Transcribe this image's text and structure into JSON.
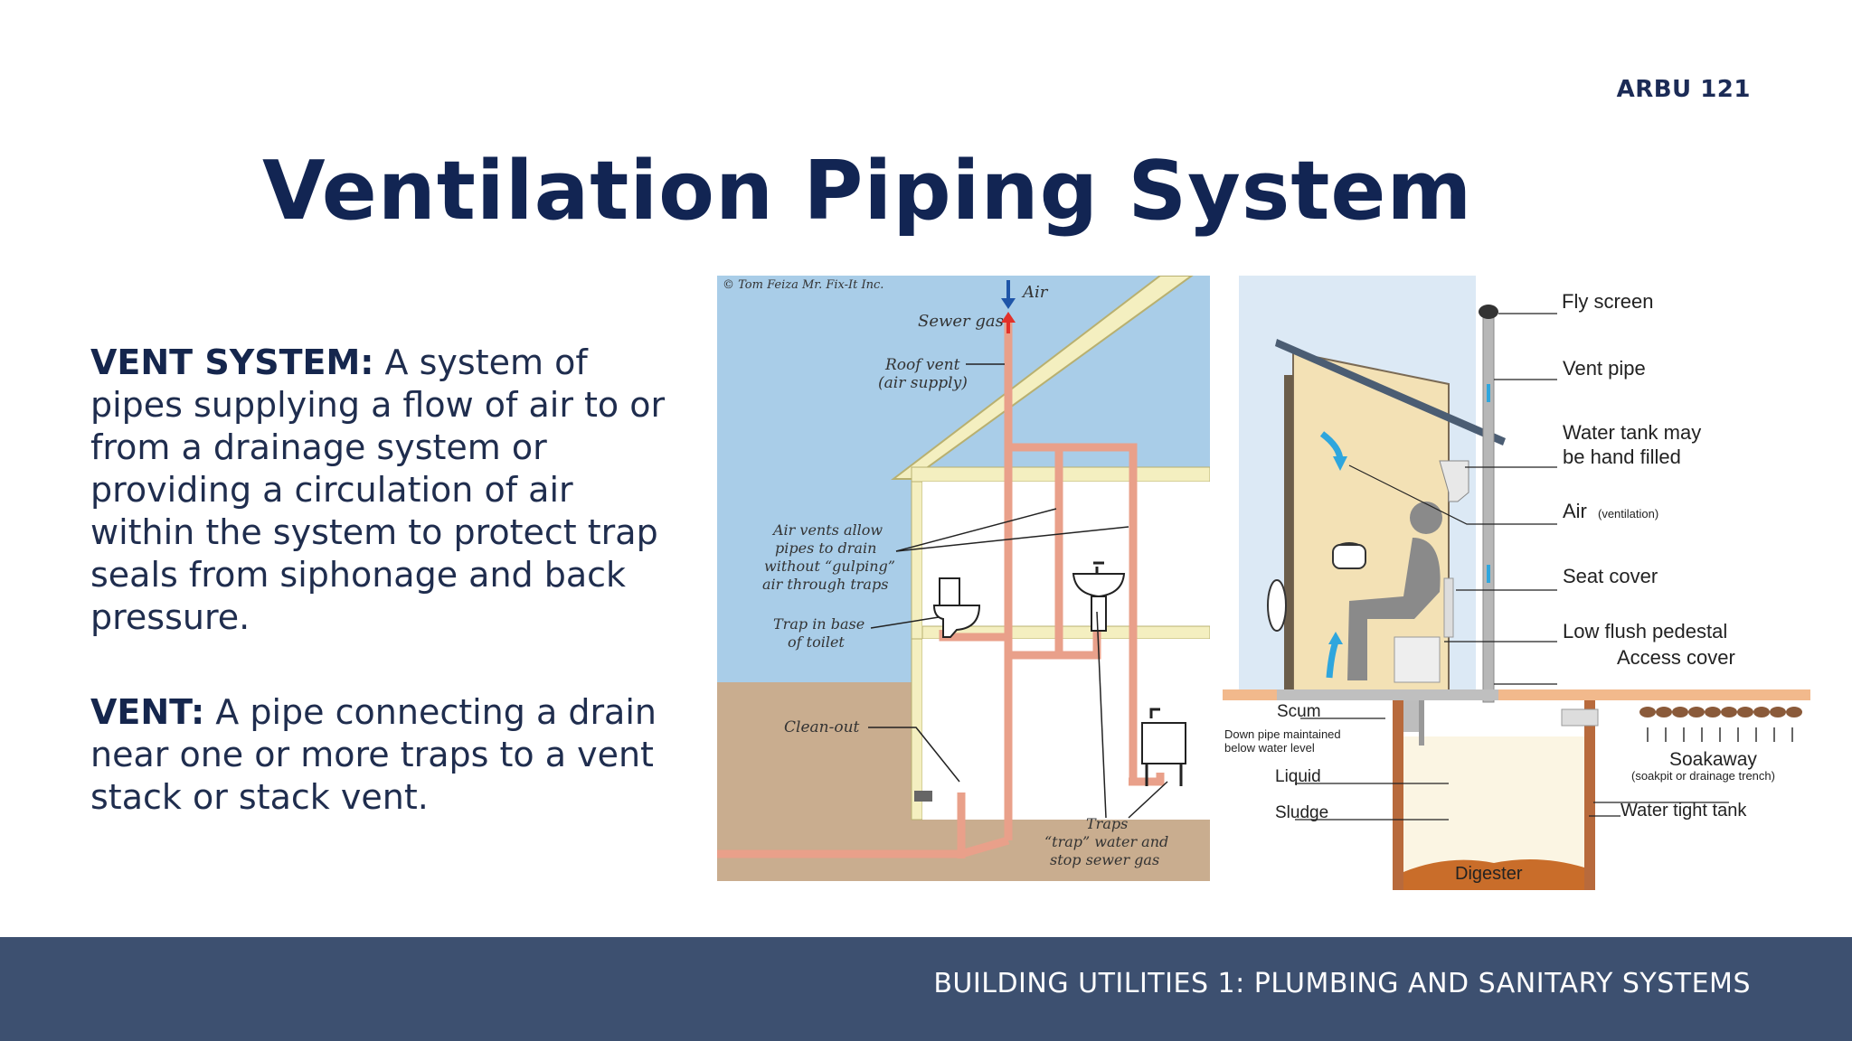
{
  "header": {
    "course_code": "ARBU 121",
    "title": "Ventilation Piping System"
  },
  "definitions": [
    {
      "term": "VENT SYSTEM:",
      "text": " A system of pipes supplying a flow of air to or from a drainage system or providing a circulation of air within the system to protect trap seals from siphonage and back pressure."
    },
    {
      "term": "VENT:",
      "text": " A pipe connecting a drain near one or more traps to a vent stack or stack vent."
    }
  ],
  "house_figure": {
    "credit": "© Tom Feiza Mr. Fix-It Inc.",
    "labels": {
      "air": "Air",
      "sewer_gas": "Sewer gas",
      "roof_vent_1": "Roof vent",
      "roof_vent_2": "(air supply)",
      "air_vents_1": "Air vents allow",
      "air_vents_2": "pipes to drain",
      "air_vents_3": "without “gulping”",
      "air_vents_4": "air through traps",
      "trap_toilet_1": "Trap in base",
      "trap_toilet_2": "of toilet",
      "clean_out": "Clean-out",
      "traps_1": "Traps",
      "traps_2": "“trap” water and",
      "traps_3": "stop sewer gas"
    },
    "colors": {
      "sky": "#a9cde8",
      "ground": "#c9ad8f",
      "pipe": "#e9a08a",
      "house": "#f4efc0"
    }
  },
  "latrine_figure": {
    "labels": {
      "fly_screen": "Fly screen",
      "vent_pipe": "Vent pipe",
      "water_tank_1": "Water tank may",
      "water_tank_2": "be hand filled",
      "air": "Air",
      "air_note": "(ventilation)",
      "seat_cover": "Seat cover",
      "low_flush": "Low flush pedestal",
      "access_cover": "Access cover",
      "scum": "Scum",
      "down_pipe_1": "Down pipe maintained",
      "down_pipe_2": "below water level",
      "liquid": "Liquid",
      "sludge": "Sludge",
      "soakaway": "Soakaway",
      "soakaway_note": "(soakpit or drainage trench)",
      "water_tight": "Water tight tank",
      "digester": "Digester"
    },
    "colors": {
      "wall": "#f3e1b5",
      "arrow": "#2fa6dd",
      "sludge": "#c96d2a",
      "brick": "#b86a3c"
    }
  },
  "footer": {
    "text": "BUILDING UTILITIES 1: PLUMBING AND SANITARY SYSTEMS",
    "background": "#3d5070"
  }
}
